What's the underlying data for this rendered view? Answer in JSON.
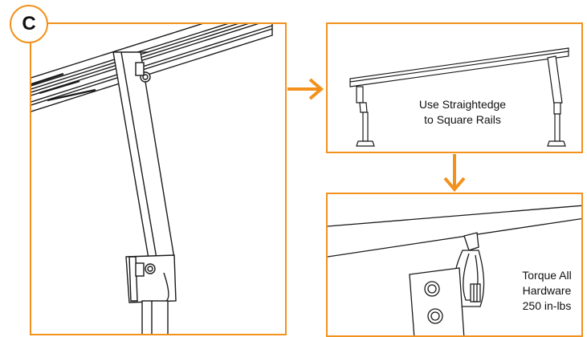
{
  "step": {
    "label": "C"
  },
  "captions": {
    "square_rails": {
      "line1": "Use Straightedge",
      "line2": "to Square Rails"
    },
    "torque": {
      "line1": "Torque All",
      "line2": "Hardware",
      "line3": "250 in-lbs"
    }
  },
  "colors": {
    "accent": "#f2921d",
    "line_art": "#1a1a1a"
  },
  "icons": {
    "arrow_right": "arrow-right-icon",
    "arrow_down": "arrow-down-icon"
  }
}
